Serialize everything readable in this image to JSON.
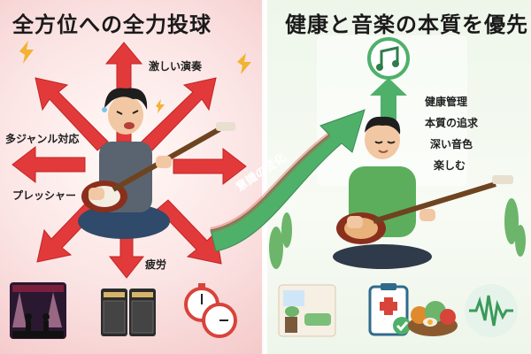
{
  "left": {
    "title": "全方位への全力投球",
    "labels": {
      "intense": "激しい演奏",
      "genres": "多ジャンル対応",
      "pressure": "プレッシャー",
      "fatigue": "疲労"
    },
    "icons": [
      "concert-stage-icon",
      "amplifier-stack-icon",
      "stopwatch-icon"
    ]
  },
  "center": {
    "arrow_label": "意識の変化"
  },
  "right": {
    "title": "健康と音楽の本質を優先",
    "benefits": [
      "健康管理",
      "本質の追求",
      "深い音色",
      "楽しむ"
    ],
    "icons": [
      "living-room-icon",
      "health-checklist-icon",
      "healthy-food-icon",
      "sound-wave-icon"
    ]
  },
  "colors": {
    "arrow_red": "#e23a3a",
    "arrow_green": "#4fb06a",
    "shirt_green": "#5cae5c",
    "shirt_gray": "#5a6470"
  }
}
